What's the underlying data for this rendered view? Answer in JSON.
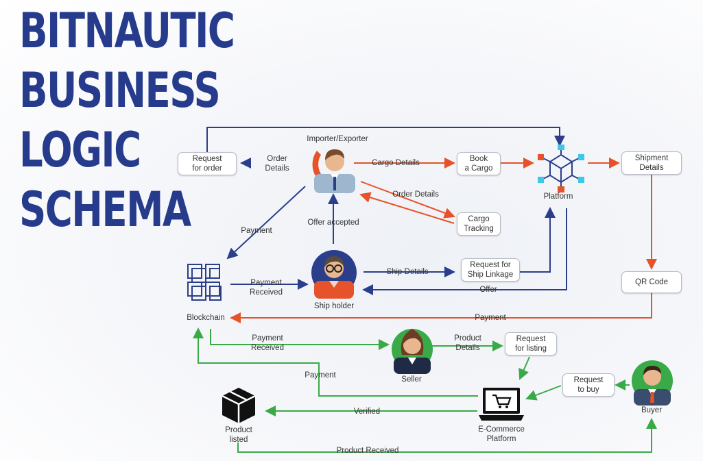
{
  "title_lines": [
    "BITNAUTIC",
    "BUSINESS",
    "LOGIC",
    "SCHEMA"
  ],
  "colors": {
    "blue": "#2b3e8c",
    "orange": "#e6532a",
    "green": "#3aaa48",
    "title": "#263b8c"
  },
  "nodes": {
    "importer_exporter": "Importer/Exporter",
    "platform": "Platform",
    "ship_holder": "Ship holder",
    "blockchain": "Blockchain",
    "seller": "Seller",
    "buyer": "Buyer",
    "product_listed": "Product\nlisted",
    "ecommerce_platform": "E-Commerce\nPlatform"
  },
  "boxes": {
    "request_for_order": "Request\nfor order",
    "book_a_cargo": "Book\na Cargo",
    "cargo_tracking": "Cargo\nTracking",
    "shipment_details": "Shipment\nDetails",
    "request_for_ship_linkage": "Request for\nShip Linkage",
    "qr_code": "QR Code",
    "request_for_listing": "Request\nfor listing",
    "request_to_buy": "Request\nto buy"
  },
  "edge_labels": {
    "order_details_1": "Order\nDetails",
    "cargo_details": "Cargo Details",
    "order_details_2": "Order Details",
    "payment_1": "Payment",
    "offer_accepted": "Offer accepted",
    "payment_received_1": "Payment\nReceived",
    "ship_details": "Ship Details",
    "offer": "Offer",
    "payment_2": "Payment",
    "payment_received_2": "Payment\nReceived",
    "product_details": "Product\nDetails",
    "payment_3": "Payment",
    "verified": "Verified",
    "product_received": "Product Received"
  }
}
